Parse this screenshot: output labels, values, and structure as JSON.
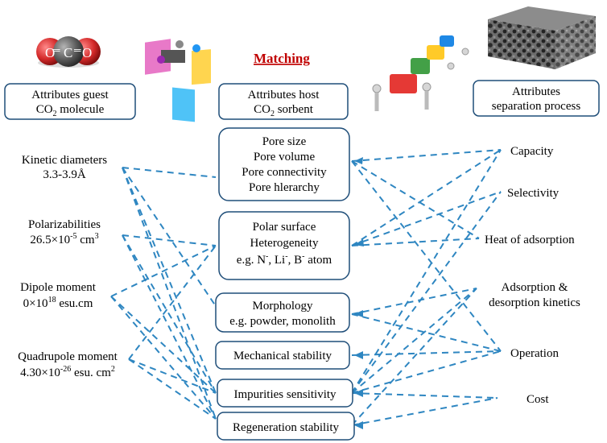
{
  "header": {
    "matching": "Matching",
    "guest_box": {
      "line1": "Attributes guest",
      "line2_prefix": "CO",
      "line2_sub": "2",
      "line2_suffix": " molecule"
    },
    "host_box": {
      "line1": "Attributes host",
      "line2_prefix": "CO",
      "line2_sub": "2",
      "line2_suffix": " sorbent"
    },
    "process_box": {
      "line1": "Attributes",
      "line2": "separation process"
    }
  },
  "molecule": {
    "left": "O",
    "center": "C",
    "right": "O"
  },
  "guest_attributes": {
    "kinetic": {
      "label": "Kinetic diameters",
      "value": "3.3-3.9Å"
    },
    "polar": {
      "label": "Polarizabilities",
      "value_base": "26.5×10",
      "value_sup": "-5",
      "value_unit": " cm",
      "value_unit_sup": "3"
    },
    "dipole": {
      "label": "Dipole moment",
      "value_base": "0×10",
      "value_sup": "18",
      "value_unit": " esu.cm"
    },
    "quad": {
      "label": "Quadrupole moment",
      "value_base": "4.30×10",
      "value_sup": "-26",
      "value_unit": " esu. cm",
      "value_unit_sup": "2"
    }
  },
  "host_attributes": {
    "pore": [
      "Pore size",
      "Pore volume",
      "Pore connectivity",
      "Pore hlerarchy"
    ],
    "polar_surface": {
      "line1": "Polar surface",
      "line2": "Heterogeneity",
      "line3_prefix": "e.g. N",
      "n_sup": "-",
      "mid1": ", Li",
      "li_sup": "-",
      "mid2": ", B",
      "b_sup": "-",
      "suffix": " atom"
    },
    "morphology": {
      "line1": "Morphology",
      "line2": "e.g. powder, monolith"
    },
    "mechanical": "Mechanical stability",
    "impurities": "Impurities sensitivity",
    "regeneration": "Regeneration stability"
  },
  "process_attributes": {
    "capacity": "Capacity",
    "selectivity": "Selectivity",
    "heat": "Heat of adsorption",
    "kinetics_line1": "Adsorption &",
    "kinetics_line2": "desorption kinetics",
    "operation": "Operation",
    "cost": "Cost"
  },
  "colors": {
    "box_border": "#1f4e79",
    "dashed_line": "#2e86c1",
    "matching_text": "#c00000",
    "molecule_gray": "#555555",
    "molecule_red": "#cc2222"
  }
}
